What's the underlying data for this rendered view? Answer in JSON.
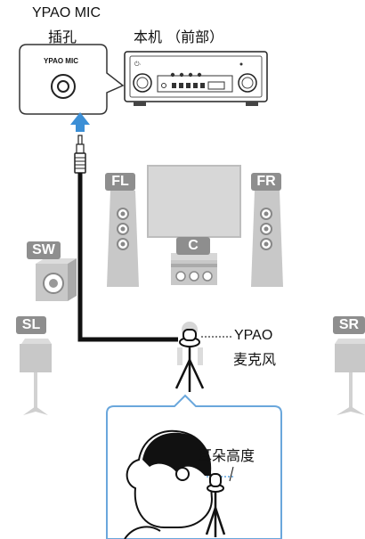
{
  "labels": {
    "mic_jack_line1": "YPAO MIC",
    "mic_jack_line2": "插孔",
    "unit_front": "本机 （前部）",
    "jack_panel_text": "YPAO MIC",
    "mic_label_line1": "YPAO",
    "mic_label_line2": "麦克风",
    "ear_height": "耳朵高度"
  },
  "speakers": {
    "front_left": "FL",
    "front_right": "FR",
    "center": "C",
    "subwoofer": "SW",
    "surround_left": "SL",
    "surround_right": "SR"
  },
  "colors": {
    "speaker_gray": "#c8c8c8",
    "badge_gray": "#8e8e8e",
    "arrow_blue": "#3c8fd6",
    "callout_border": "#6aa7dc",
    "cable": "#111111"
  }
}
